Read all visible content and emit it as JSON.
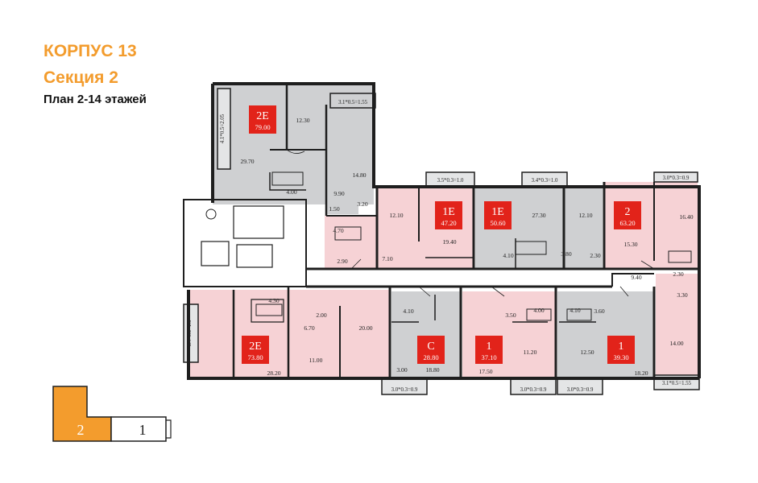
{
  "header": {
    "building": "КОРПУС 13",
    "section": "Секция 2",
    "plan": "План 2-14 этажей"
  },
  "colors": {
    "accent_orange": "#f39c2d",
    "apartment_pink": "#f6d2d5",
    "apartment_gray": "#cfd0d2",
    "badge_red": "#e2231a",
    "wall": "#1e1e1e"
  },
  "apartments": [
    {
      "type": "2E",
      "area": "79.00",
      "tone": "gray"
    },
    {
      "type": "1E",
      "area": "47.20",
      "tone": "pink"
    },
    {
      "type": "1E",
      "area": "50.60",
      "tone": "gray"
    },
    {
      "type": "2",
      "area": "63.20",
      "tone": "pink"
    },
    {
      "type": "2E",
      "area": "73.80",
      "tone": "pink"
    },
    {
      "type": "С",
      "area": "28.80",
      "tone": "gray"
    },
    {
      "type": "1",
      "area": "37.10",
      "tone": "pink"
    },
    {
      "type": "1",
      "area": "39.30",
      "tone": "gray"
    }
  ],
  "room_areas": [
    "12.30",
    "29.70",
    "14.80",
    "4.00",
    "9.90",
    "3.20",
    "1.50",
    "12.10",
    "19.40",
    "27.30",
    "12.10",
    "16.40",
    "15.30",
    "4.70",
    "2.90",
    "7.10",
    "4.10",
    "3.80",
    "2.30",
    "9.40",
    "2.30",
    "3.30",
    "4.30",
    "6.70",
    "2.00",
    "20.00",
    "11.00",
    "28.20",
    "4.10",
    "3.00",
    "18.80",
    "3.50",
    "4.00",
    "4.10",
    "3.60",
    "11.20",
    "17.50",
    "12.50",
    "14.00",
    "18.20"
  ],
  "balconies": [
    "3.1*0.5=1.55",
    "4.1*0.5=2.05",
    "3.5*0.3=1.0",
    "3.4*0.3=1.0",
    "3.0*0.3=0.9",
    "5.4*0.3=1.6",
    "3.0*0.3=0.9",
    "3.0*0.3=0.9",
    "3.0*0.3=0.9",
    "3.1*0.5=1.55"
  ],
  "section_key": {
    "current": "2",
    "other": "1"
  }
}
